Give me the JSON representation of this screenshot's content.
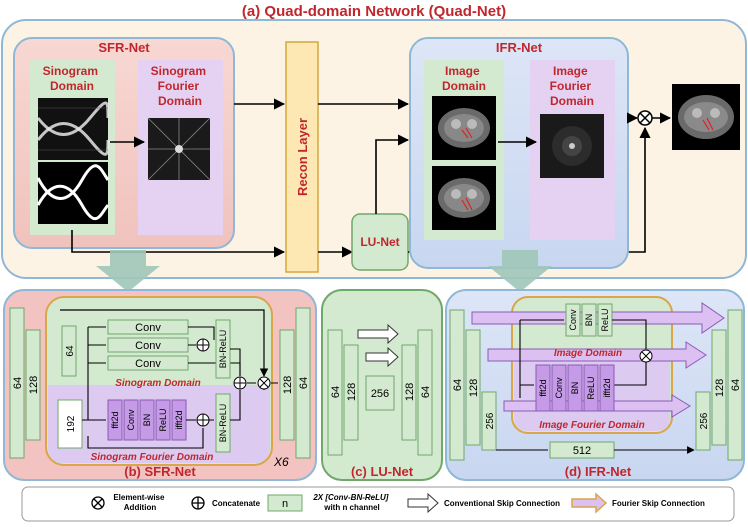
{
  "title": "(a) Quad-domain Network (Quad-Net)",
  "top": {
    "sfr_net": "SFR-Net",
    "ifr_net": "IFR-Net",
    "sinogram_domain": [
      "Sinogram",
      "Domain"
    ],
    "sinogram_fourier_domain": [
      "Sinogram",
      "Fourier",
      "Domain"
    ],
    "image_domain": [
      "Image",
      "Domain"
    ],
    "image_fourier_domain": [
      "Image",
      "Fourier",
      "Domain"
    ],
    "recon_layer": "Recon  Layer",
    "lu_net": "LU-Net"
  },
  "sfr_detail": {
    "caption": "(b) SFR-Net",
    "left_blocks": [
      "64",
      "128"
    ],
    "right_blocks": [
      "128",
      "64"
    ],
    "inner_small": [
      "64",
      "192"
    ],
    "conv_blocks": [
      "Conv",
      "Conv",
      "Conv"
    ],
    "bn_relu": [
      "BN-ReLU",
      "BN-ReLU"
    ],
    "fourier_blocks": [
      "fft2d",
      "Conv",
      "BN",
      "ReLU",
      "ifft2d"
    ],
    "sinogram_domain_label": "Sinogram Domain",
    "sinogram_fourier_label": "Sinogram Fourier Domain",
    "repeat": "X6"
  },
  "lu_detail": {
    "caption": "(c) LU-Net",
    "blocks": [
      "64",
      "128",
      "256",
      "128",
      "64"
    ]
  },
  "ifr_detail": {
    "caption": "(d) IFR-Net",
    "left_blocks": [
      "64",
      "128",
      "256"
    ],
    "right_blocks": [
      "256",
      "128",
      "64"
    ],
    "bottom_block": "512",
    "image_domain_blocks": [
      "Conv",
      "BN",
      "ReLU"
    ],
    "fourier_blocks": [
      "fft2d",
      "Conv",
      "BN",
      "ReLU",
      "ifft2d"
    ],
    "image_domain_label": "Image Domain",
    "image_fourier_label": "Image Fourier Domain"
  },
  "legend": {
    "elementwise": [
      "Element-wise",
      "Addition"
    ],
    "concatenate": "Concatenate",
    "n_block": "n",
    "conv_bn_relu": [
      "2X [Conv-BN-ReLU]",
      "with n channel"
    ],
    "conventional_skip": "Conventional Skip Connection",
    "fourier_skip": "Fourier Skip Connection"
  }
}
